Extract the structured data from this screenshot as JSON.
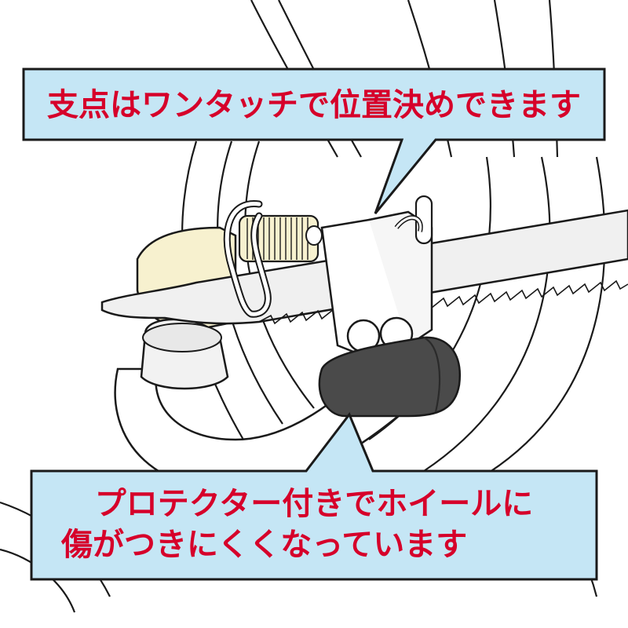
{
  "callouts": {
    "top": {
      "text": "支点はワンタッチで位置決めできます"
    },
    "bottom": {
      "line1": "プロテクター付きでホイールに",
      "line2": "傷がつきにくくなっています"
    }
  },
  "colors": {
    "callout_fill": "#c5e6f5",
    "callout_text": "#d6002a",
    "outline": "#1a1a1a",
    "protector": "#4a4a4a",
    "valve_cream": "#f7f1cf",
    "saw_blade": "#f0f0f0"
  }
}
